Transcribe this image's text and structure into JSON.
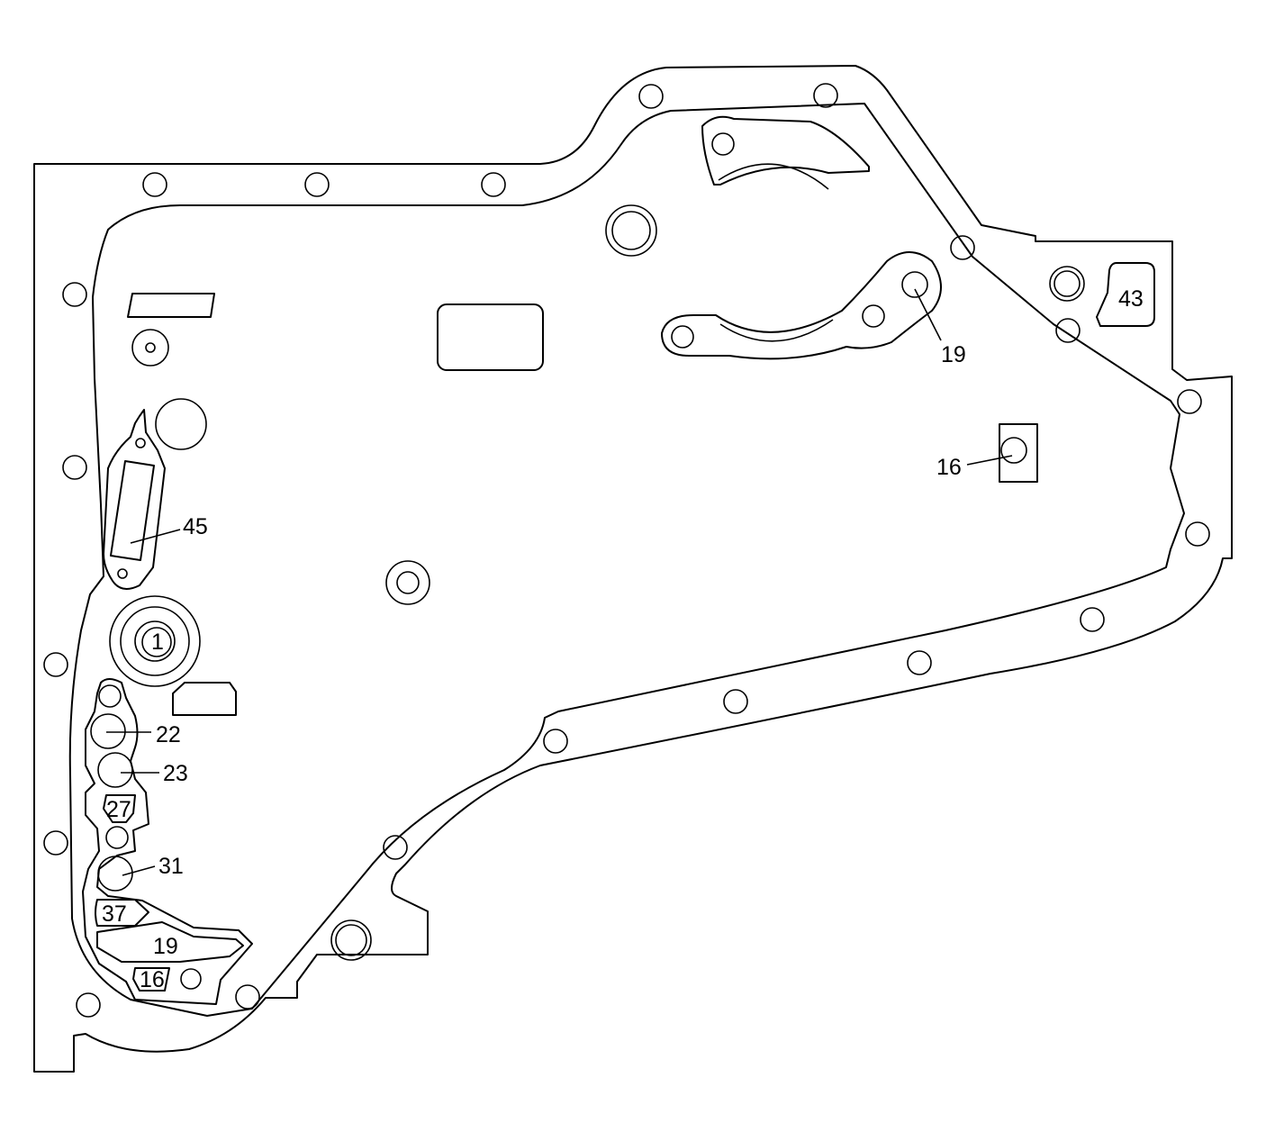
{
  "labels": {
    "l_19_top": "19",
    "l_16_right": "16",
    "l_43": "43",
    "l_45": "45",
    "l_1": "1",
    "l_22": "22",
    "l_23": "23",
    "l_27": "27",
    "l_31": "31",
    "l_37": "37",
    "l_19_bottom": "19",
    "l_16_bottom": "16"
  }
}
